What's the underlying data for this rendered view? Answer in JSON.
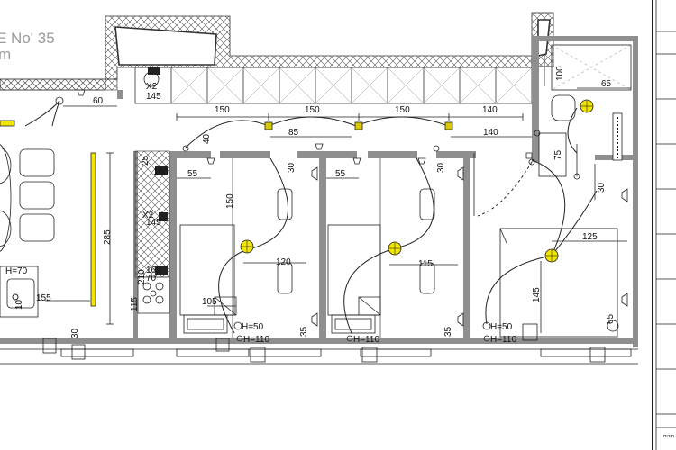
{
  "sheet": {
    "title_line1": "E No' 35",
    "title_line2": "m",
    "corner_note": "חירום"
  },
  "dimensions": {
    "d60": "60",
    "d150a": "150",
    "d150b": "150",
    "d150c": "150",
    "d140a": "140",
    "d140b": "140",
    "d85": "85",
    "d40": "40",
    "d100": "100",
    "d65": "65",
    "d25": "25",
    "d55a": "55",
    "d55b": "55",
    "d30a": "30",
    "d30b": "30",
    "d30c": "30",
    "d30d": "30",
    "d75": "75",
    "d285": "285",
    "d150v1": "150",
    "d120": "120",
    "d115": "115",
    "d125": "125",
    "d145": "145",
    "d105": "105",
    "d155": "155",
    "d210": "210",
    "d115v": "115",
    "d10": "10",
    "d35a": "35",
    "d35b": "35",
    "d65v": "65"
  },
  "labels": {
    "h70": "H=70",
    "h110a": "H=110",
    "h110b": "H=110",
    "h110c": "H=110",
    "h50a": "H=50",
    "h50b": "H=50",
    "x2a": "X2",
    "n145a": "145",
    "x2b": "X2",
    "n145b": "145",
    "n160a": "160",
    "n160b": "160",
    "n70": "70"
  },
  "colors": {
    "wall": "#8f8f8f",
    "accent": "#f2e600",
    "line": "#222222"
  }
}
